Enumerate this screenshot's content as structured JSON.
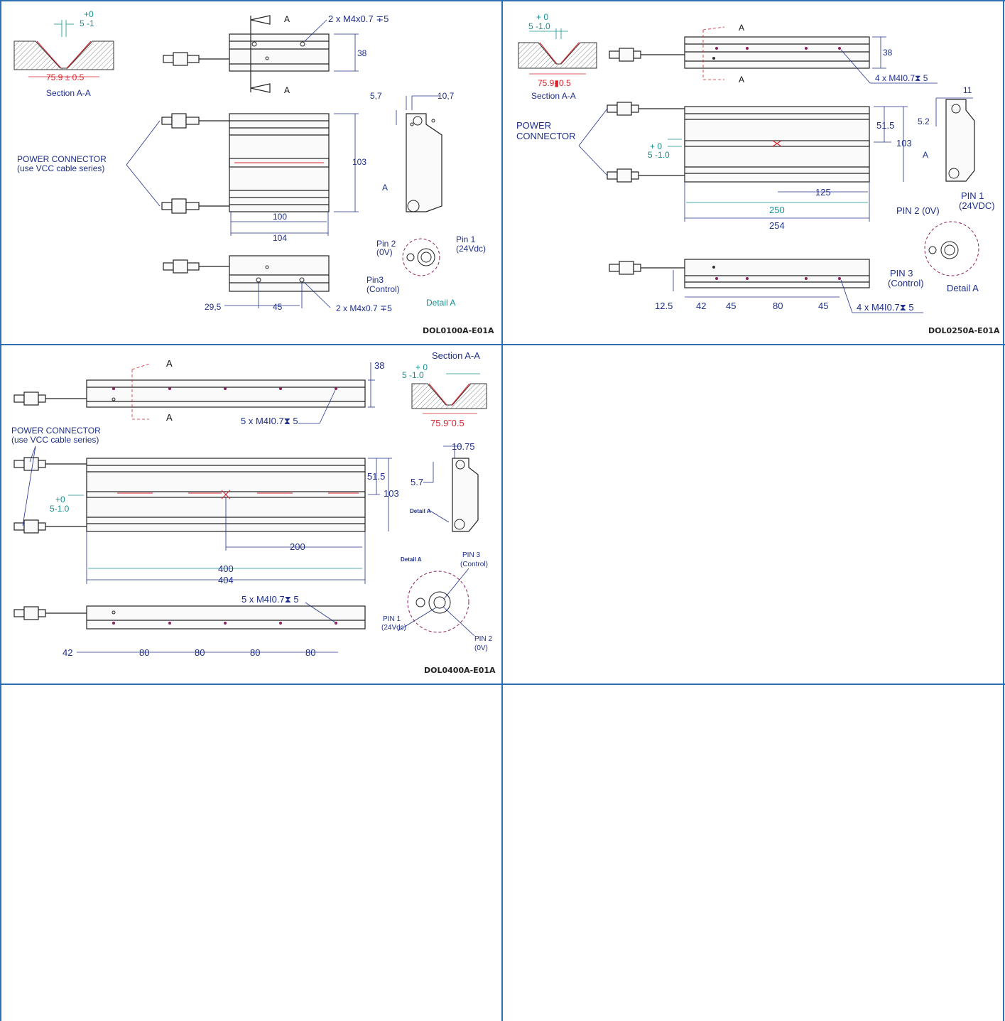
{
  "colors": {
    "border": "#2f6fb3",
    "dimension": "#1f2f8a",
    "tolerance": "#14908f",
    "section": "#d8242e"
  },
  "panels": [
    {
      "code": "DOL0100A-E01A",
      "section_label": "Section A-A",
      "section_dim": "75.9 ± 0.5",
      "tol_top": "+0",
      "tol_bottom": "5 -1",
      "cut_label": "A",
      "thread_top": "2 x M4x0.7 ∓5",
      "thread_bottom": "2 x M4x0.7 ∓5",
      "height": "38",
      "connector_label_1": "POWER CONNECTOR",
      "connector_label_2": "(use VCC cable series)",
      "depth": "103",
      "inner_width": "100",
      "outer_width": "104",
      "side_dim_a": "5,7",
      "side_dim_b": "10,7",
      "detail_ref": "A",
      "pin2_a": "Pin 2",
      "pin2_b": "(0V)",
      "pin1_a": "Pin 1",
      "pin1_b": "(24Vdc)",
      "pin3_a": "Pin3",
      "pin3_b": "(Control)",
      "detail_label": "Detail A",
      "bottom_dim_a": "29,5",
      "bottom_dim_b": "45"
    },
    {
      "code": "DOL0250A-E01A",
      "section_label": "Section A-A",
      "section_dim": "75.9▮0.5",
      "tol_top": "+ 0",
      "tol_bottom": "5 -1.0",
      "cut_label": "A",
      "height": "38",
      "thread_top": "4 x M4I0.7⧗ 5",
      "thread_bottom": "4 x M4I0.7⧗ 5",
      "side_dim_a": "11",
      "side_dim_b": "5.2",
      "connector_label_1": "POWER",
      "connector_label_2": "CONNECTOR",
      "slot_tol_top": "+ 0",
      "slot_tol_bottom": "5 -1.0",
      "half_depth": "51.5",
      "depth": "103",
      "half_width": "125",
      "inner_width": "250",
      "outer_width": "254",
      "detail_ref": "A",
      "pin1_a": "PIN 1",
      "pin1_b": "(24VDC)",
      "pin2": "PIN 2 (0V)",
      "pin3_a": "PIN 3",
      "pin3_b": "(Control)",
      "detail_label": "Detail A",
      "dim_125": "12.5",
      "spacing": [
        "42",
        "45",
        "80",
        "45"
      ]
    },
    {
      "code": "DOL0400A-E01A",
      "cut_label": "A",
      "height": "38",
      "section_label": "Section A-A",
      "tol_top": "+ 0",
      "tol_bottom": "5 -1.0",
      "section_dim": "75.9˜0.5",
      "thread_top": "5 x M4I0.7⧗ 5",
      "thread_bottom": "5 x M4I0.7⧗ 5",
      "connector_label_1": "POWER CONNECTOR",
      "connector_label_2": "(use VCC cable series)",
      "side_dim_b": "10.75",
      "side_dim_a": "5.7",
      "half_depth": "51.5",
      "depth": "103",
      "slot_tol_top": "+0",
      "slot_tol_bottom": "5-1.0",
      "detail_ref": "Detail A",
      "half_width": "200",
      "inner_width": "400",
      "outer_width": "404",
      "detail_label": "Detail A",
      "pin3_a": "PIN 3",
      "pin3_b": "(Control)",
      "pin1_a": "PIN 1",
      "pin1_b": "(24Vdc)",
      "pin2_a": "PIN 2",
      "pin2_b": "(0V)",
      "spacing": [
        "42",
        "80",
        "80",
        "80",
        "80"
      ]
    }
  ]
}
